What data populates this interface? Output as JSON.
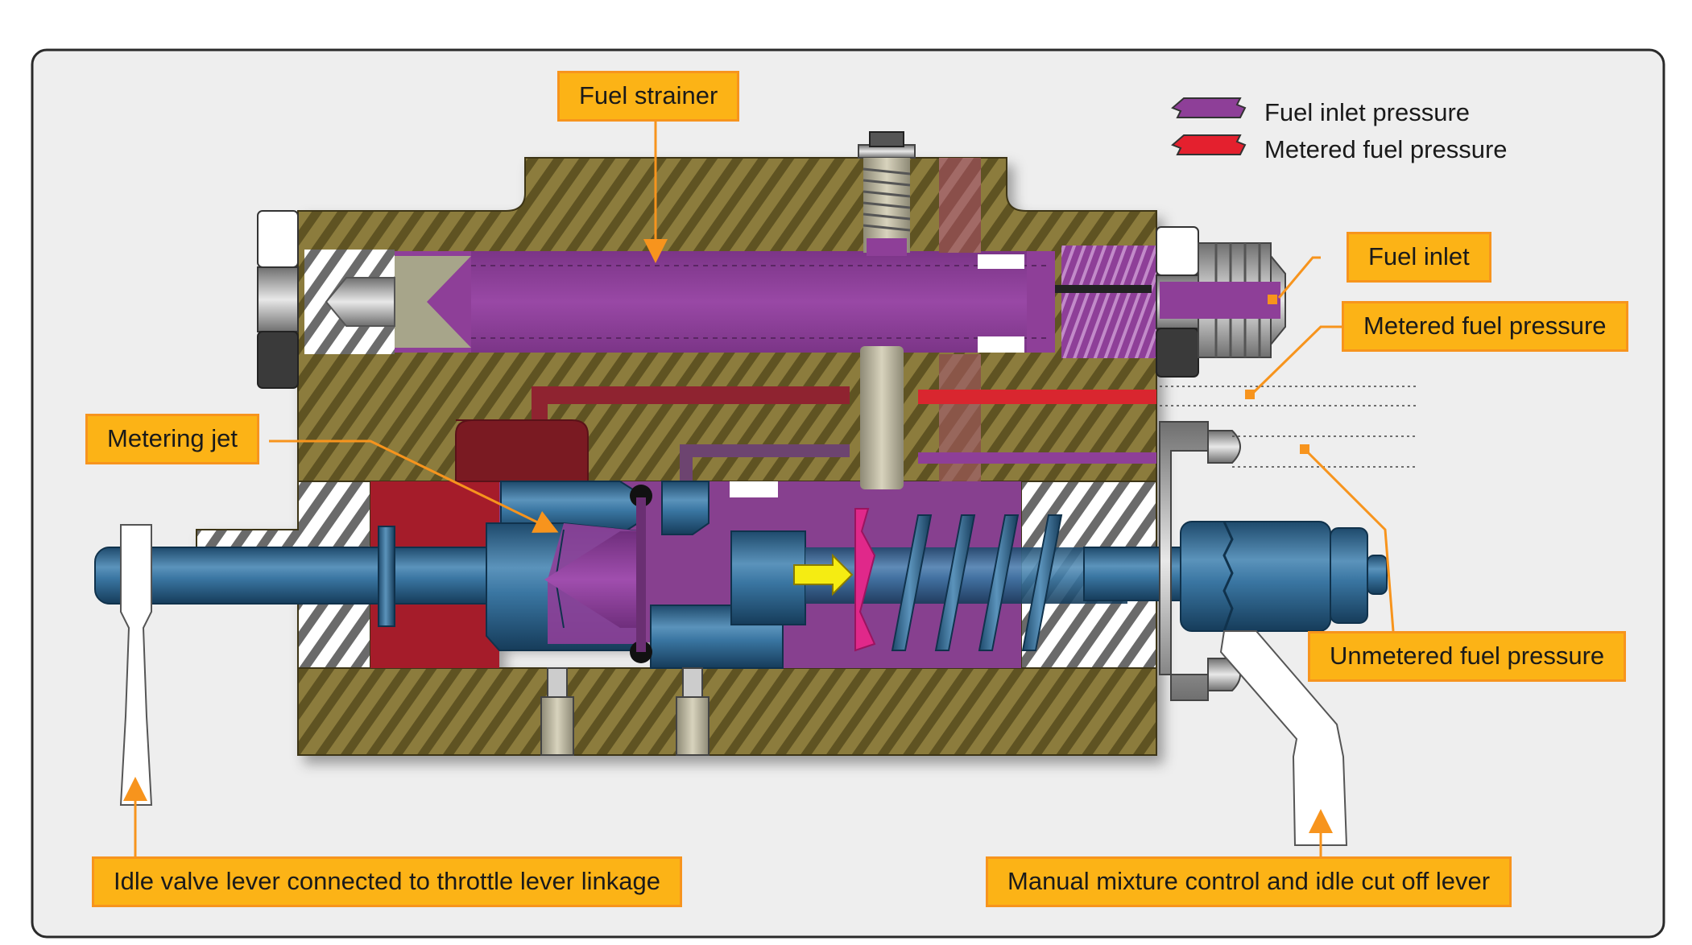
{
  "legend": {
    "items": [
      {
        "label": "Fuel inlet pressure",
        "color": "#8e3f98"
      },
      {
        "label": "Metered fuel pressure",
        "color": "#e4202e"
      }
    ]
  },
  "callouts": {
    "fuel_strainer": "Fuel strainer",
    "fuel_inlet": "Fuel inlet",
    "metered_fuel_pressure": "Metered fuel pressure",
    "metering_jet": "Metering jet",
    "unmetered_fuel_pressure": "Unmetered fuel pressure",
    "idle_valve_lever": "Idle valve lever connected to throttle lever linkage",
    "mixture_lever": "Manual mixture control and idle cut off lever"
  },
  "colors": {
    "callout_fill": "#fcb316",
    "callout_border": "#f7941d",
    "body_hatch_base": "#8a7a3a",
    "body_hatch_stripe": "#5e5222",
    "fuel_inlet_purple": "#8e3f98",
    "metered_red": "#b0202a",
    "plunger_blue": "#2d6d96"
  }
}
